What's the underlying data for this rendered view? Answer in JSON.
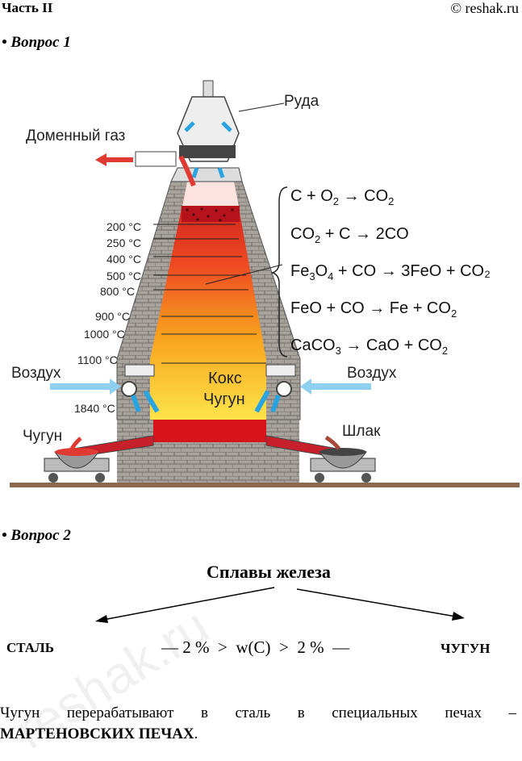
{
  "header": {
    "left": "Часть II",
    "right": "© reshak.ru"
  },
  "question1": {
    "label": "• Вопрос 1"
  },
  "furnace": {
    "ore": "Руда",
    "gas": "Доменный газ",
    "air_left": "Воздух",
    "air_right": "Воздух",
    "iron": "Чугун",
    "slag": "Шлак",
    "coke": "Кокс",
    "iron_inner": "Чугун",
    "temps": [
      "200 °C",
      "250 °C",
      "400 °C",
      "500 °C",
      "800 °C",
      "900 °C",
      "1000 °C",
      "1100 °C",
      "1840 °C"
    ],
    "reactions": [
      {
        "parts": [
          "C + O",
          "2",
          " → CO",
          "2",
          ""
        ]
      },
      {
        "parts": [
          "CO",
          "2",
          " + C → 2CO",
          "",
          ""
        ]
      },
      {
        "parts": [
          "Fe",
          "3",
          "O",
          "4",
          " + CO → 3FeO + CO₂"
        ]
      },
      {
        "parts": [
          "FeO  +  CO → Fe + CO",
          "2",
          "",
          "",
          ""
        ]
      },
      {
        "parts": [
          "CaCO",
          "3",
          " → CaO + CO",
          "2",
          ""
        ]
      }
    ]
  },
  "question2": {
    "label": "• Вопрос 2",
    "title": "Сплавы железа",
    "left": "СТАЛЬ",
    "middle": "— 2 %  >  w(C)  >  2 %  —",
    "right": "ЧУГУН",
    "text_line1": "Чугун перерабатывают в сталь в специальных печах –",
    "text_line2_bold": "МАРТЕНОВСКИХ ПЕЧАХ",
    "text_line2_end": "."
  },
  "colors": {
    "red_arrow": "#e03a32",
    "blue_arrow": "#2aa4e0",
    "brick": "#9c9590",
    "hot": "#f5a623"
  }
}
